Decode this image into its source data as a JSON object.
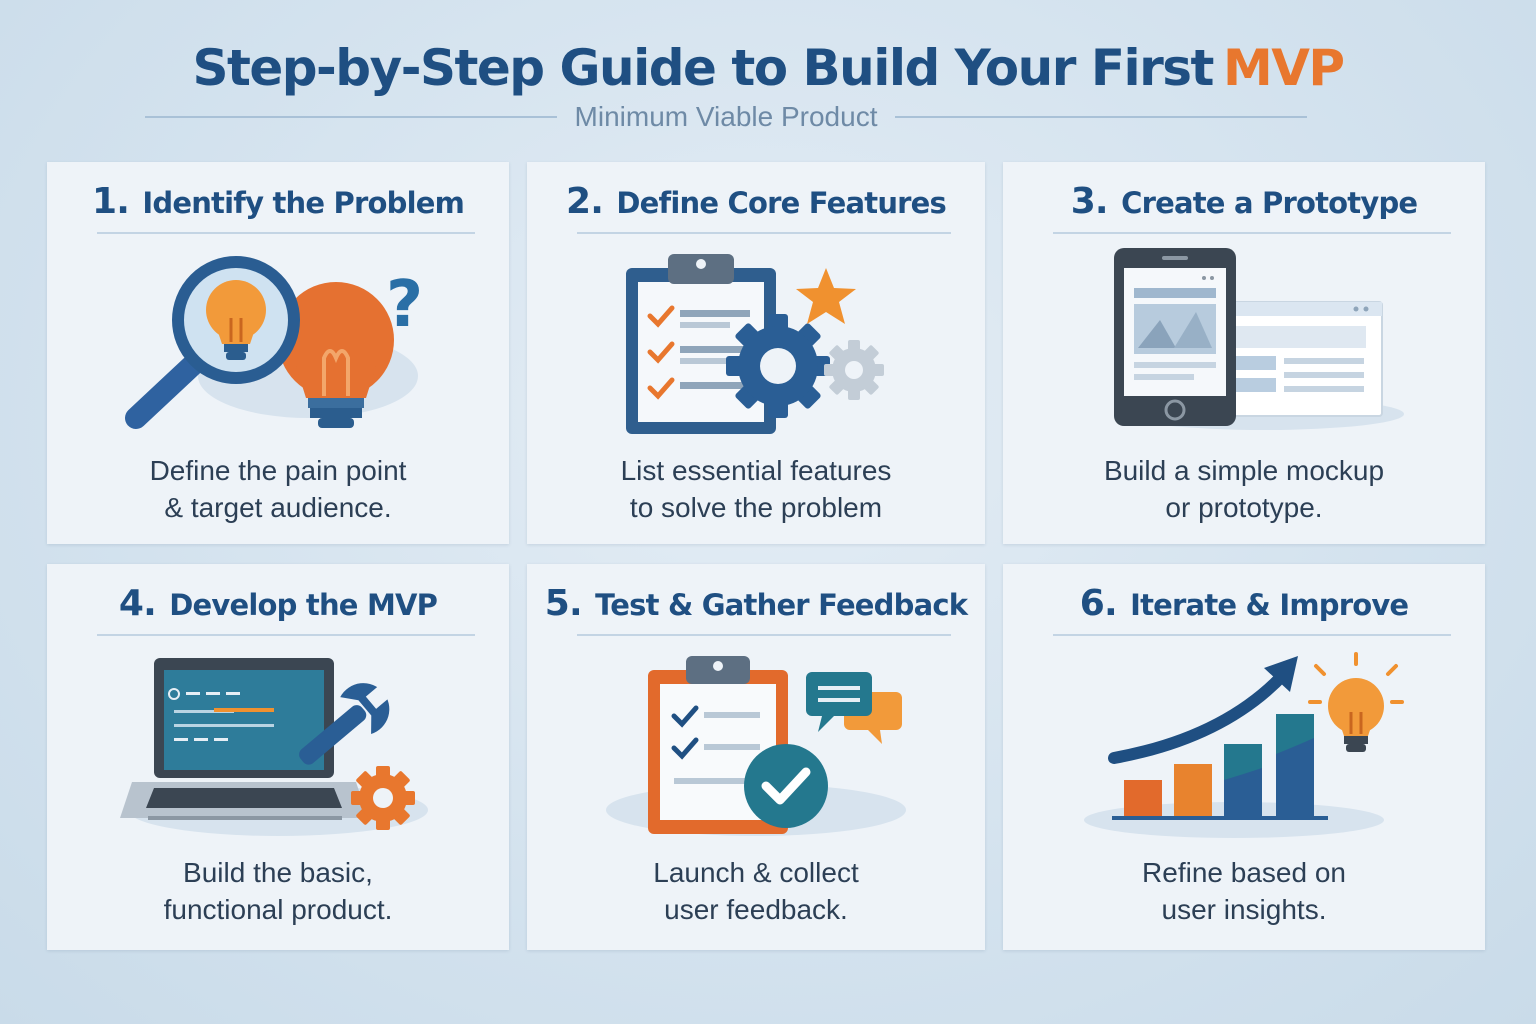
{
  "header": {
    "title_main": "Step-by-Step Guide to Build Your First",
    "title_accent": "MVP",
    "subtitle": "Minimum Viable Product"
  },
  "steps": [
    {
      "num": "1.",
      "title": "Identify the Problem",
      "desc_line1": "Define the pain point",
      "desc_line2": "& target audience."
    },
    {
      "num": "2.",
      "title": "Define Core Features",
      "desc_line1": "List essential features",
      "desc_line2": "to solve the problem"
    },
    {
      "num": "3.",
      "title": "Create a Prototype",
      "desc_line1": "Build a simple mockup",
      "desc_line2": "or prototype."
    },
    {
      "num": "4.",
      "title": "Develop the MVP",
      "desc_line1": "Build the basic,",
      "desc_line2": "functional product."
    },
    {
      "num": "5.",
      "title": "Test & Gather Feedback",
      "desc_line1": "Launch & collect",
      "desc_line2": "user feedback."
    },
    {
      "num": "6.",
      "title": "Iterate & Improve",
      "desc_line1": "Refine based on",
      "desc_line2": "user insights."
    }
  ],
  "colors": {
    "navy": "#1f4f82",
    "orange": "#e8772e",
    "teal": "#2a8a9c",
    "card": "#eef3f8"
  },
  "icons": [
    "magnifier-lightbulb-icon",
    "checklist-gear-icon",
    "tablet-wireframe-icon",
    "laptop-wrench-icon",
    "feedback-checkmark-icon",
    "growth-chart-icon"
  ]
}
